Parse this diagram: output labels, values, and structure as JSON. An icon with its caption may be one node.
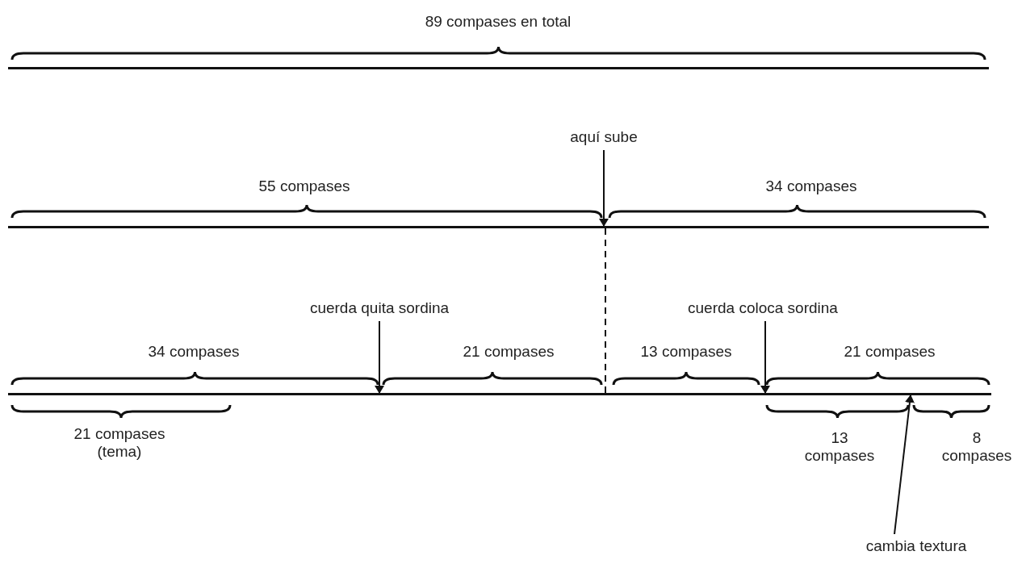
{
  "diagram": {
    "nodes": [
      {
        "text": [],
        "shape": "bar"
      },
      {
        "text": [],
        "shape": "bar"
      },
      {
        "text": [],
        "shape": "bar"
      },
      {
        "text": [
          "aquí sube"
        ]
      },
      {
        "text": [
          "cuerda quita sordina"
        ]
      },
      {
        "text": [
          "cuerda coloca sordina"
        ]
      },
      {
        "text": [
          "cambia textura"
        ]
      }
    ],
    "edges": [
      {
        "from": 3,
        "to": 1,
        "arrow": "to"
      },
      {
        "from": 4,
        "to": 2,
        "arrow": "to"
      },
      {
        "from": 5,
        "to": 2,
        "arrow": "to"
      },
      {
        "from": 6,
        "to": 2,
        "arrow": "to"
      },
      {
        "from": 1,
        "to": 2,
        "arrow": "none",
        "style": "dashed"
      }
    ],
    "labels": [
      "89 compases en total",
      "55 compases",
      "34 compases",
      "34 compases",
      "21 compases",
      "13 compases",
      "21 compases",
      "21 compases (tema)",
      "13 compases",
      "8 compases"
    ]
  }
}
